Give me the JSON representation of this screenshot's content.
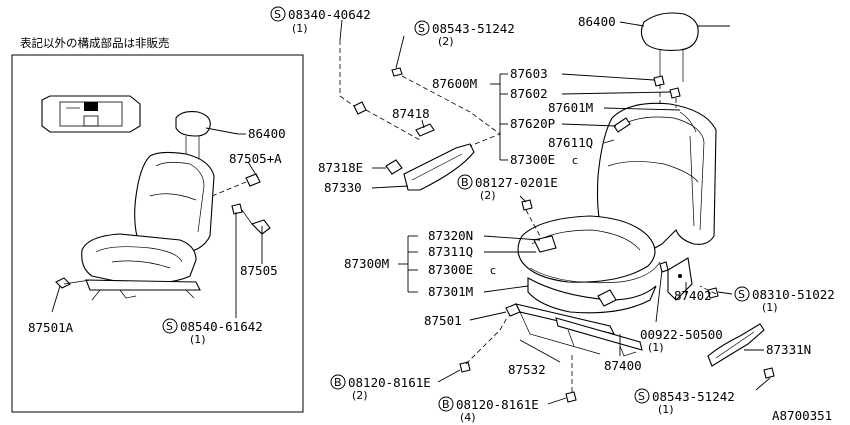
{
  "inset": {
    "caption": "表記以外の構成部品は非販売"
  },
  "labels": {
    "p86400_main": "86400",
    "p08340": "08340-40642",
    "p08340_qty": "(1)",
    "p08543_top": "08543-51242",
    "p08543_top_qty": "(2)",
    "p87600M": "87600M",
    "p87603": "87603",
    "p87602": "87602",
    "p87601M": "87601M",
    "p87620P": "87620P",
    "p87611Q": "87611Q",
    "p87300E_back": "87300E",
    "p87418": "87418",
    "p87318E": "87318E",
    "p87330": "87330",
    "p08127": "08127-0201E",
    "p08127_qty": "(2)",
    "p87320N": "87320N",
    "p87311Q": "87311Q",
    "p87300M": "87300M",
    "p87300E_cush": "87300E",
    "p87301M": "87301M",
    "p87501": "87501",
    "p87532": "87532",
    "p87400": "87400",
    "p87402": "87402",
    "p00922": "00922-50500",
    "p00922_qty": "(1)",
    "p08310": "08310-51022",
    "p08310_qty": "(1)",
    "p87331N": "87331N",
    "p08543_bot": "08543-51242",
    "p08543_bot_qty": "(1)",
    "p08120_a": "08120-8161E",
    "p08120_a_qty": "(2)",
    "p08120_b": "08120-8161E",
    "p08120_b_qty": "(4)",
    "inset_86400": "86400",
    "inset_87505A": "87505+A",
    "inset_87505": "87505",
    "inset_08540": "08540-61642",
    "inset_08540_qty": "(1)",
    "inset_87501A": "87501A",
    "figure_id": "A8700351",
    "prefix_S": "S",
    "prefix_B": "B"
  }
}
